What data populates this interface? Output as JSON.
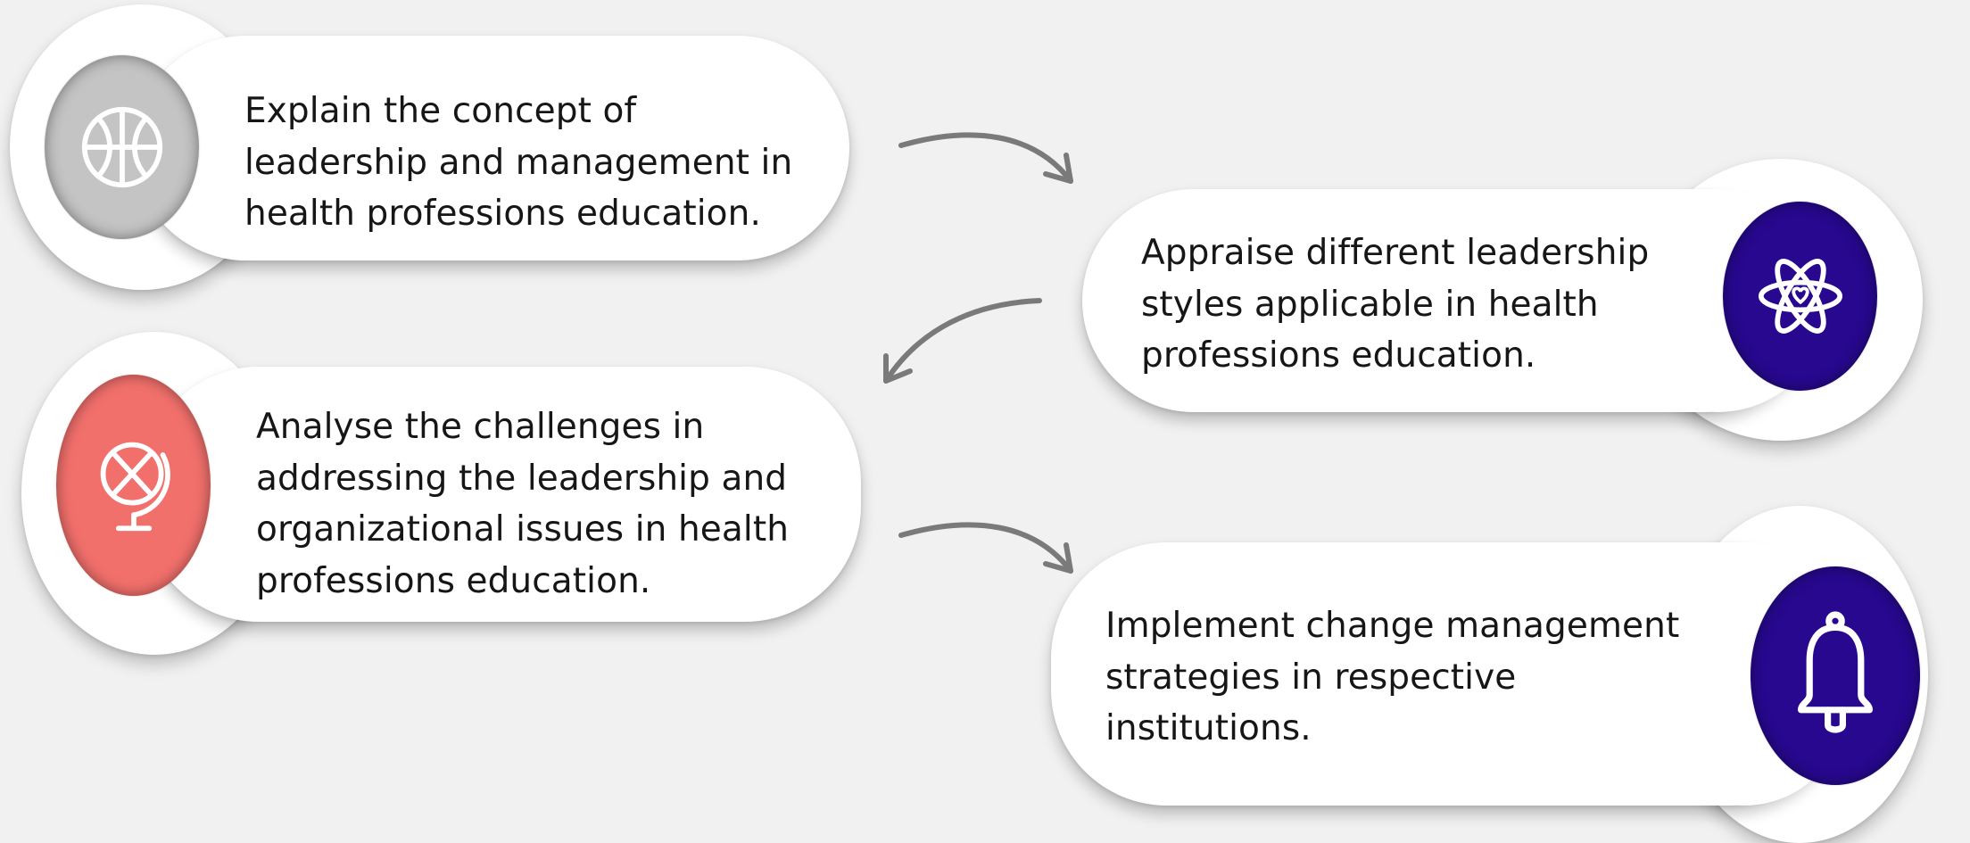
{
  "colors": {
    "background": "#f1f1f1",
    "card": "#ffffff",
    "arrow": "#7a7a7a",
    "icon_gray": "#c4c4c4",
    "icon_coral": "#f2706c",
    "icon_indigo": "#27088f"
  },
  "objectives": [
    {
      "icon": "basketball-icon",
      "icon_color": "#c4c4c4",
      "lines": [
        "Explain the concept of",
        "leadership and management in",
        "health professions education."
      ]
    },
    {
      "icon": "atom-icon",
      "icon_color": "#27088f",
      "lines": [
        "Appraise different leadership",
        "styles applicable in health",
        "professions education."
      ]
    },
    {
      "icon": "globe-icon",
      "icon_color": "#f2706c",
      "lines": [
        "Analyse the challenges in",
        "addressing the leadership and",
        "organizational issues in health",
        "professions education."
      ]
    },
    {
      "icon": "bell-icon",
      "icon_color": "#27088f",
      "lines": [
        "Implement change management",
        "strategies in respective",
        "institutions."
      ]
    }
  ]
}
